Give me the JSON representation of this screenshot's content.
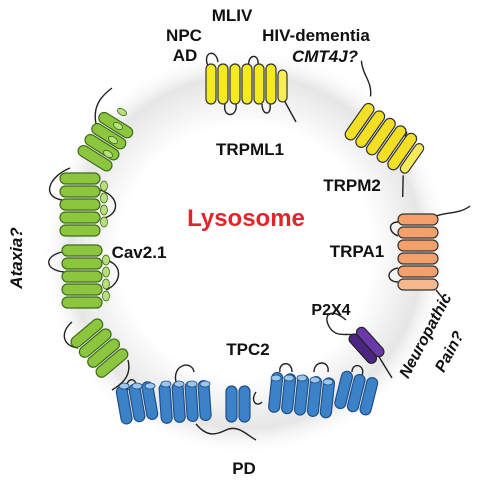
{
  "center_label": "Lysosome",
  "channels": {
    "trpml1": "TRPML1",
    "trpm2": "TRPM2",
    "trpa1": "TRPA1",
    "p2x4": "P2X4",
    "tpc2": "TPC2",
    "cav21": "Cav2.1"
  },
  "diseases": {
    "mliv": "MLIV",
    "npc": "NPC",
    "ad": "AD",
    "hiv_dementia": "HIV-dementia",
    "cmt4j": "CMT4J?",
    "ataxia": "Ataxia?",
    "neuropathic": "Neuropathic",
    "pain": "Pain?",
    "pd": "PD"
  },
  "colors": {
    "trpml": "#f2e81a",
    "trpm2": "#f2e02a",
    "trpa1": "#f4a06a",
    "p2x4": "#6a3aa8",
    "tpc2": "#3b82c9",
    "cav": "#8cc63f",
    "lysosome_text": "#e0262b",
    "halo": "#d9d9d9"
  }
}
